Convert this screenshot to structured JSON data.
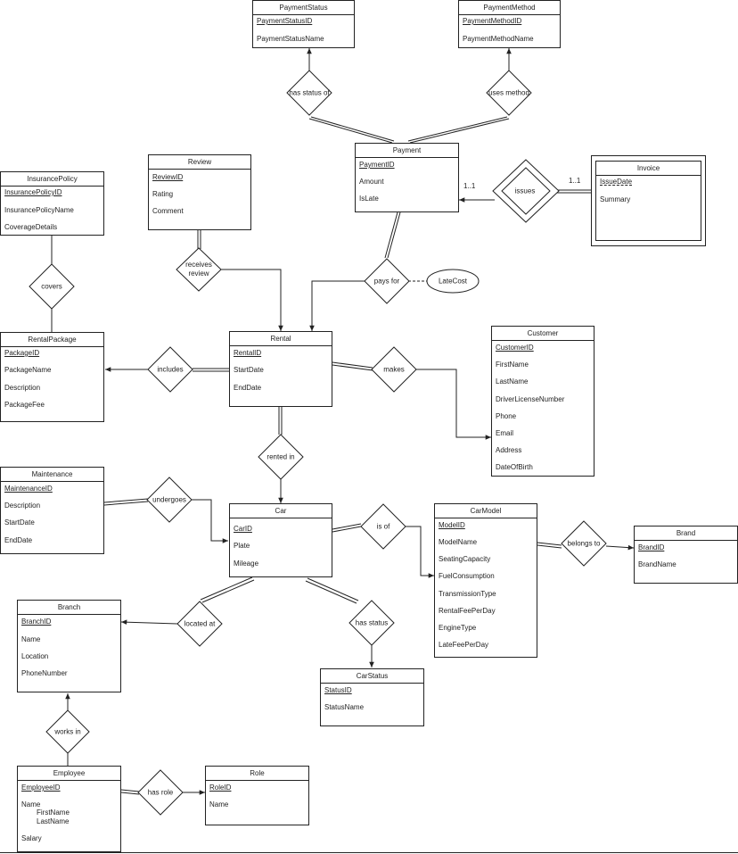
{
  "entities": {
    "payment_status": {
      "title": "PaymentStatus",
      "attrs": [
        "PaymentStatusID",
        "PaymentStatusName"
      ]
    },
    "payment_method": {
      "title": "PaymentMethod",
      "attrs": [
        "PaymentMethodID",
        "PaymentMethodName"
      ]
    },
    "payment": {
      "title": "Payment",
      "attrs": [
        "PaymentID",
        "Amount",
        "IsLate"
      ]
    },
    "invoice": {
      "title": "Invoice",
      "attrs": [
        "IssueDate",
        "Summary"
      ]
    },
    "review": {
      "title": "Review",
      "attrs": [
        "ReviewID",
        "Rating",
        "Comment"
      ]
    },
    "insurance_policy": {
      "title": "InsurancePolicy",
      "attrs": [
        "InsurancePolicyID",
        "InsurancePolicyName",
        "CoverageDetails"
      ]
    },
    "rental_package": {
      "title": "RentalPackage",
      "attrs": [
        "PackageID",
        "PackageName",
        "Description",
        "PackageFee"
      ]
    },
    "rental": {
      "title": "Rental",
      "attrs": [
        "RentalID",
        "StartDate",
        "EndDate"
      ]
    },
    "customer": {
      "title": "Customer",
      "attrs": [
        "CustomerID",
        "FirstName",
        "LastName",
        "DriverLicenseNumber",
        "Phone",
        "Email",
        "Address",
        "DateOfBirth"
      ]
    },
    "maintenance": {
      "title": "Maintenance",
      "attrs": [
        "MaintenanceID",
        "Description",
        "StartDate",
        "EndDate"
      ]
    },
    "car": {
      "title": "Car",
      "attrs": [
        "CarID",
        "Plate",
        "Mileage"
      ]
    },
    "car_model": {
      "title": "CarModel",
      "attrs": [
        "ModelID",
        "ModelName",
        "SeatingCapacity",
        "FuelConsumption",
        "TransmissionType",
        "RentalFeePerDay",
        "EngineType",
        "LateFeePerDay"
      ]
    },
    "brand": {
      "title": "Brand",
      "attrs": [
        "BrandID",
        "BrandName"
      ]
    },
    "branch": {
      "title": "Branch",
      "attrs": [
        "BranchID",
        "Name",
        "Location",
        "PhoneNumber"
      ]
    },
    "car_status": {
      "title": "CarStatus",
      "attrs": [
        "StatusID",
        "StatusName"
      ]
    },
    "employee": {
      "title": "Employee",
      "attrs": [
        "EmployeeID",
        "Name",
        "FirstName",
        "LastName",
        "Salary"
      ]
    },
    "role": {
      "title": "Role",
      "attrs": [
        "RoleID",
        "Name"
      ]
    }
  },
  "relationships": {
    "has_status_of": "has status of",
    "uses_method": "uses method",
    "issues": "issues",
    "receives_review": "receives review",
    "covers": "covers",
    "pays_for": "pays for",
    "includes": "includes",
    "makes": "makes",
    "rented_in": "rented in",
    "undergoes": "undergoes",
    "is_of": "is of",
    "belongs_to": "belongs to",
    "located_at": "located at",
    "has_status": "has status",
    "works_in": "works in",
    "has_role": "has role"
  },
  "attributes": {
    "late_cost": "LateCost"
  },
  "cardinalities": {
    "payment_side": "1..1",
    "invoice_side": "1..1"
  }
}
